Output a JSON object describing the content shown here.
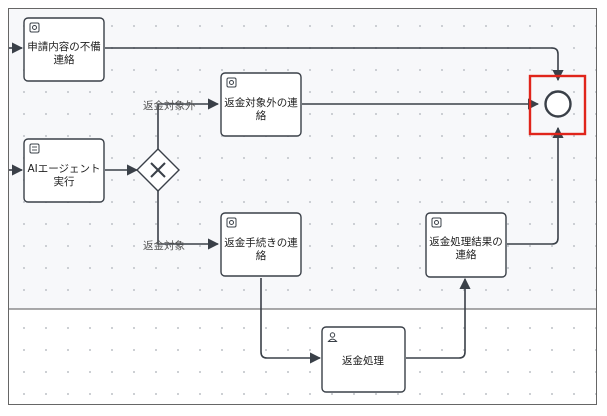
{
  "tasks": {
    "request_incomplete": {
      "line1": "申請内容の不備",
      "line2": "連絡"
    },
    "ai_agent": {
      "line1": "AIエージェント",
      "line2": "実行"
    },
    "not_eligible": {
      "line1": "返金対象外の連",
      "line2": "絡"
    },
    "refund_procedure": {
      "line1": "返金手続きの連",
      "line2": "絡"
    },
    "refund_result": {
      "line1": "返金処理結果の",
      "line2": "連絡"
    },
    "refund_processing": {
      "line1": "返金処理"
    }
  },
  "flow_labels": {
    "not_eligible": "返金対象外",
    "eligible": "返金対象"
  },
  "icons": {
    "service": "gear-icon",
    "script": "script-icon",
    "user": "user-icon"
  },
  "colors": {
    "stroke": "#3a4048",
    "highlight": "#e0251b",
    "dots": "#c9ccd1"
  }
}
